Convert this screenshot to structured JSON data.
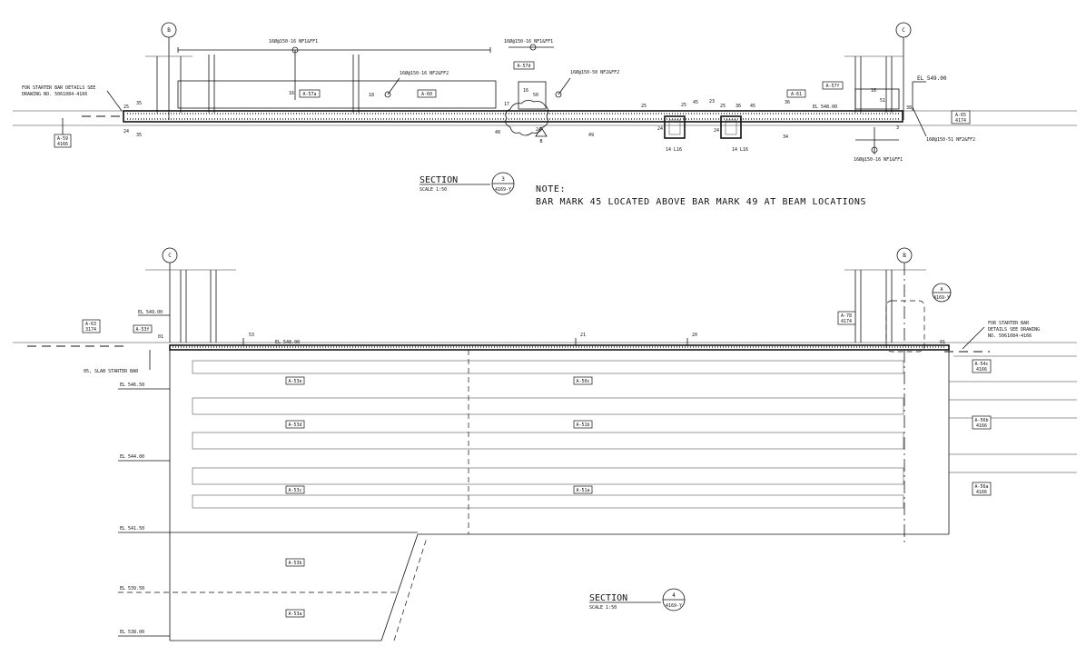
{
  "section3": {
    "grid_left": "B",
    "grid_right": "C",
    "starter_note_1": "FOR STARTER BAR DETAILS SEE",
    "starter_note_2": "DRAWING NO. 5061084-4166",
    "bar_top_left": "16Ø@150-16 NF1&FF1",
    "bar_top_mid": "16Ø@150-16 NF1&FF1",
    "bar_mid_2": "16Ø@150-16 NF2&FF2",
    "bar_mid_3": "16Ø@150-50 NF2&FF2",
    "bar_bot_right": "16Ø@150-16 NF1&FF1",
    "bar_right": "16Ø@150-51 NF2&FF2",
    "el_549": "EL 549.00",
    "el_548": "EL 548.00",
    "tags": {
      "a57a": "A-57a",
      "a60": "A-60",
      "a57d": "A-57d",
      "a61": "A-61",
      "a57f": "A-57f",
      "a59_1": "A-59",
      "a59_2": "4166",
      "a65_1": "A-65",
      "a65_2": "4174"
    },
    "marks": {
      "m25a": "25",
      "m35a": "35",
      "m24a": "24",
      "m35b": "35",
      "m16a": "16",
      "m18": "18",
      "m16b": "16",
      "m50": "50",
      "m17": "17",
      "m48": "48",
      "m49": "49",
      "m24b": "24",
      "m25b": "25",
      "m25c": "25",
      "m45a": "45",
      "m23": "23",
      "m25d": "25",
      "m36a": "36",
      "m45b": "45",
      "m36b": "36",
      "m16c": "16",
      "m51": "51",
      "m38": "38",
      "m24c": "24",
      "m34": "34",
      "m24d": "24",
      "m3": "3",
      "ref_b": "B"
    },
    "beam_1": "14 L16",
    "beam_2": "14 L16",
    "title": "SECTION",
    "scale": "SCALE 1:50",
    "bubble_num": "3",
    "bubble_ref": "4169-Y",
    "note_title": "NOTE:",
    "note_text": "BAR MARK 45 LOCATED ABOVE BAR MARK 49 AT BEAM LOCATIONS"
  },
  "section4": {
    "grid_left": "C",
    "grid_right": "B",
    "el_549": "EL 549.00",
    "el_548": "EL 548.00",
    "el_546": "EL 546.50",
    "el_544": "EL 544.00",
    "el_541": "EL 541.50",
    "el_539": "EL 539.50",
    "el_538": "EL 538.00",
    "slab_starter": "05, SLAB STARTER BAR",
    "starter_note_1": "FOR STARTER BAR",
    "starter_note_2": "DETAILS SEE DRAWING",
    "starter_note_3": "NO. 5061084-4166",
    "mark_01a": "01",
    "mark_01b": "01",
    "mark_53": "53",
    "mark_21": "21",
    "mark_20": "20",
    "tags": {
      "a63_1": "A-63",
      "a63_2": "3174",
      "a53f": "A-53f",
      "a78_1": "A-78",
      "a78_2": "4174",
      "a53e": "A-53e",
      "a50c": "A-50c",
      "a53d": "A-53d",
      "a51b": "A-51b",
      "a53c": "A-53c",
      "a51a": "A-51a",
      "a53b": "A-53b",
      "a53a": "A-53a",
      "a54c_1": "A-54c",
      "a54c_2": "4166",
      "a56b_1": "A-56b",
      "a56b_2": "4166",
      "a56a_1": "A-56a",
      "a56a_2": "4166"
    },
    "detail_bubble": "A",
    "detail_ref": "4169-Y",
    "title": "SECTION",
    "scale": "SCALE 1:50",
    "bubble_num": "4",
    "bubble_ref": "4169-Y"
  }
}
